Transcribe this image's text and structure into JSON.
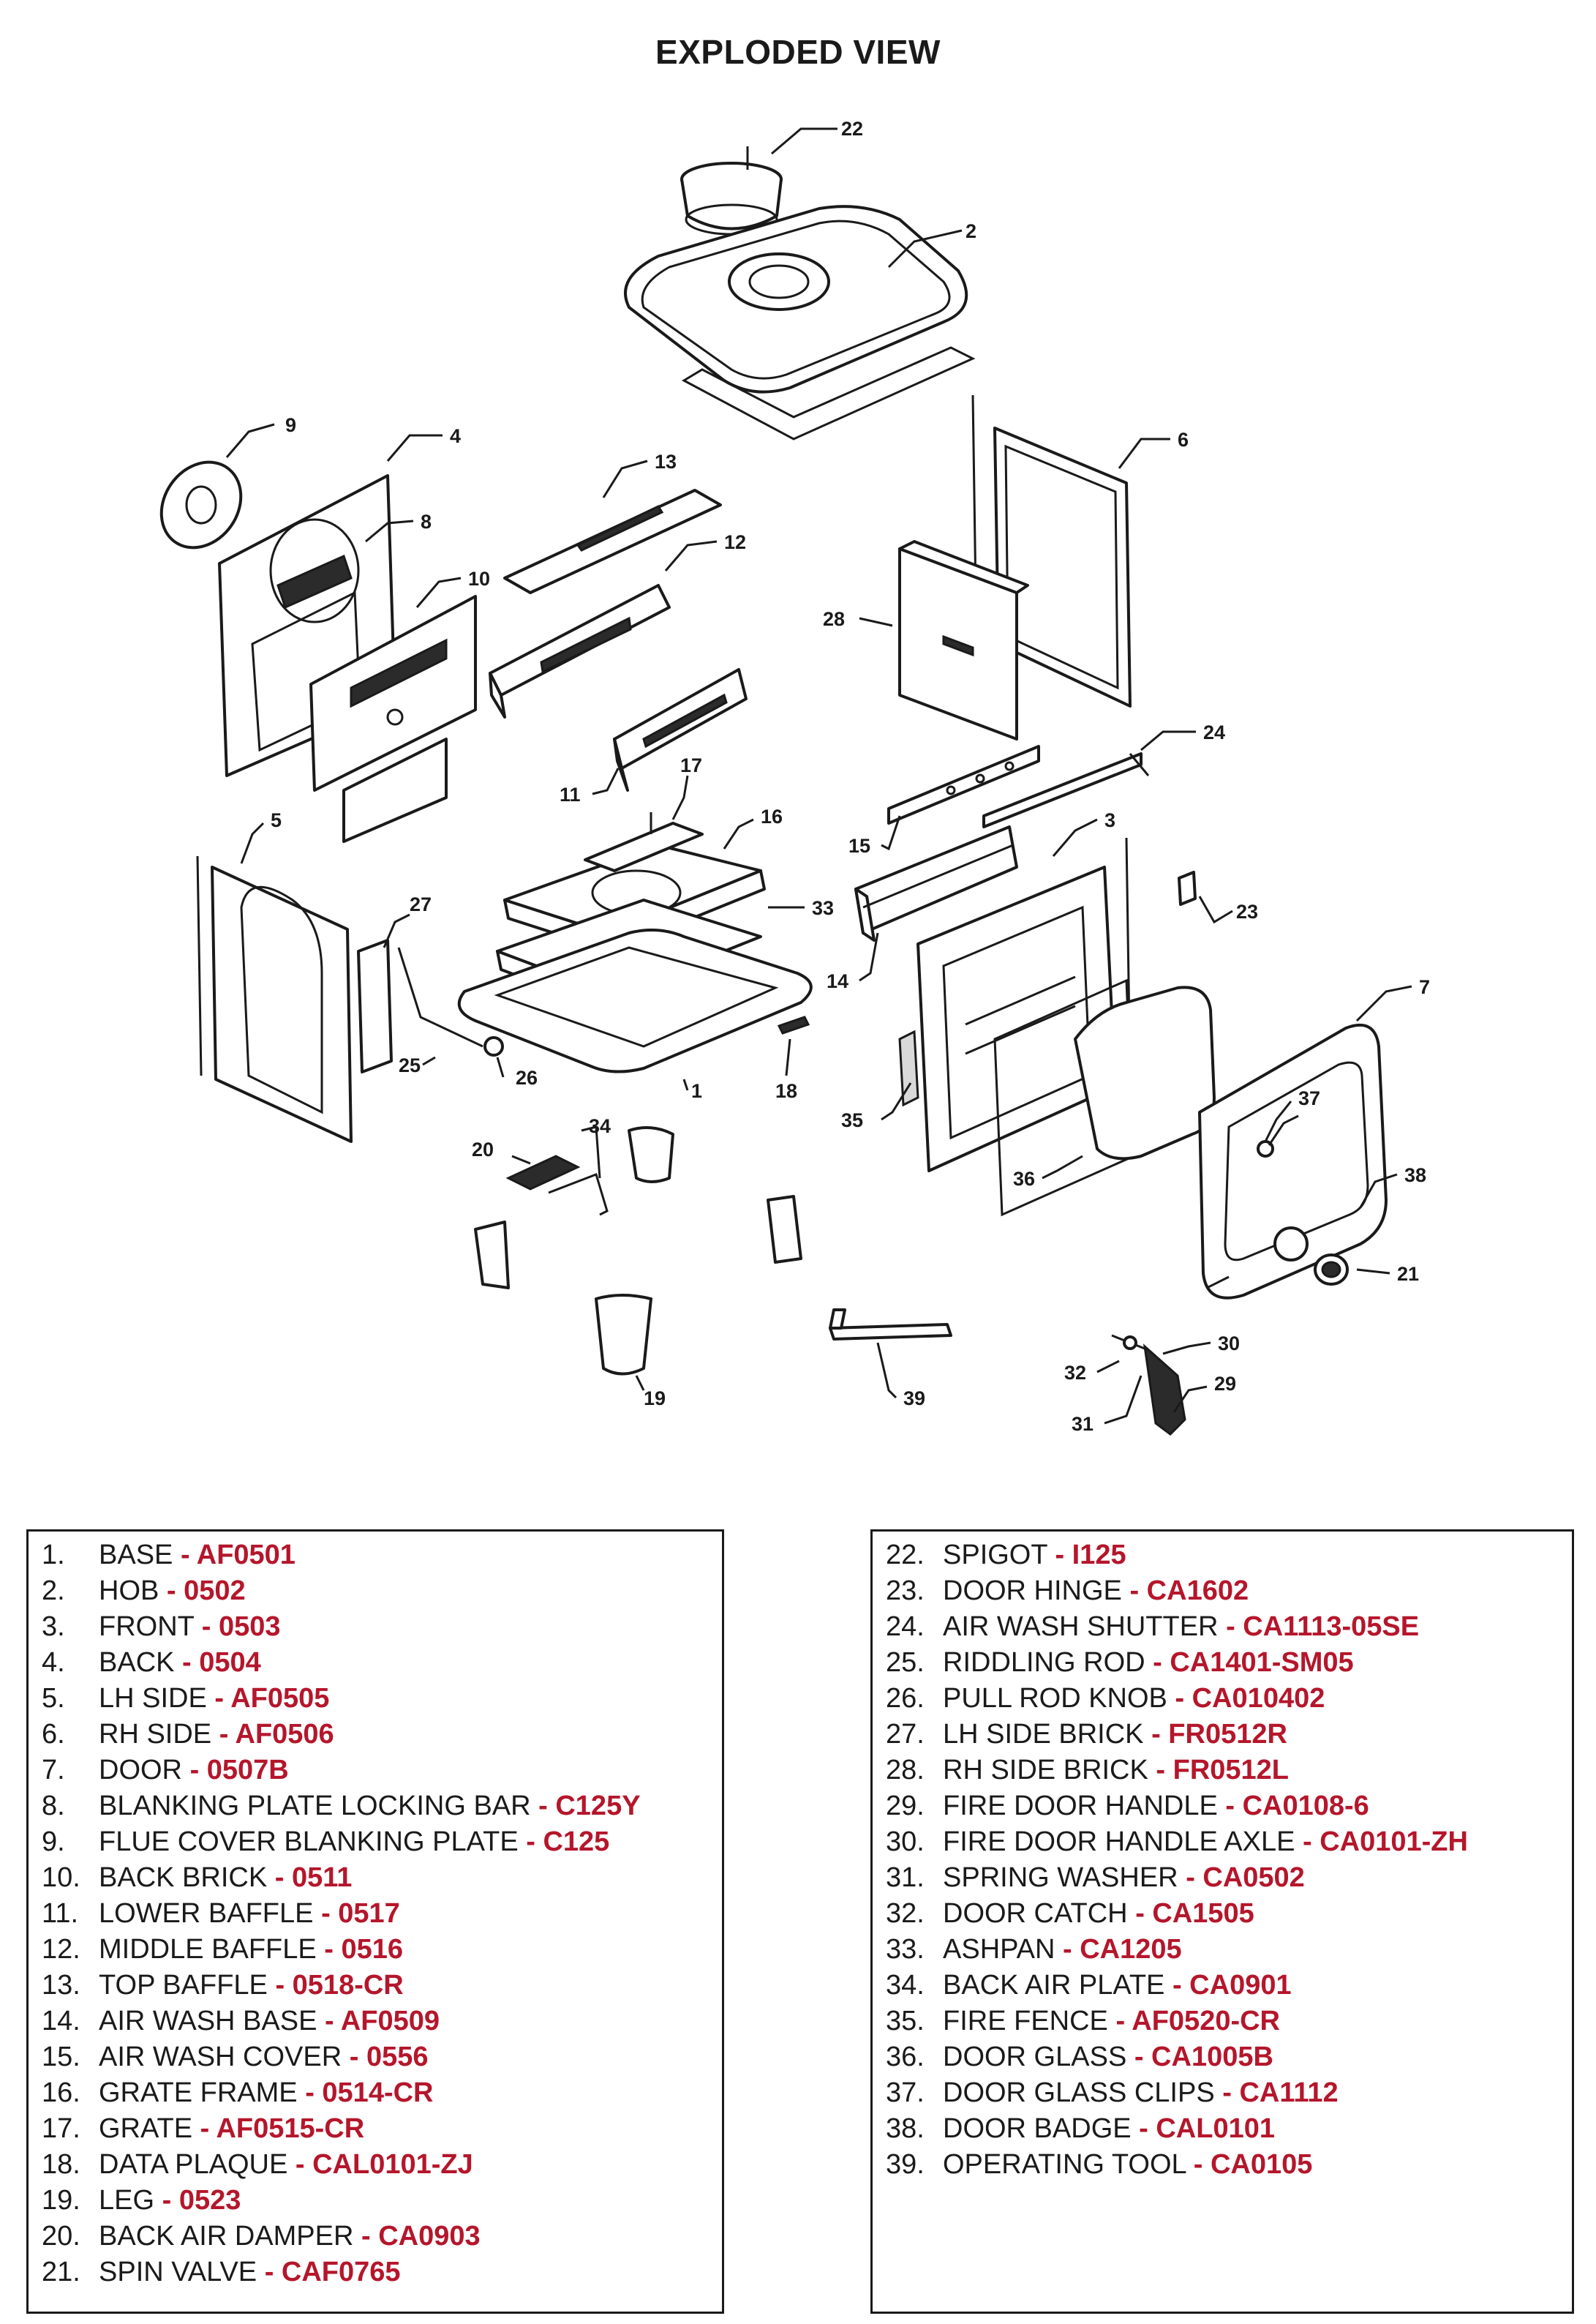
{
  "title": "EXPLODED VIEW",
  "accent_color": "#b5162b",
  "callouts": [
    "1",
    "2",
    "3",
    "4",
    "5",
    "6",
    "7",
    "8",
    "9",
    "10",
    "11",
    "12",
    "13",
    "14",
    "15",
    "16",
    "17",
    "18",
    "19",
    "20",
    "21",
    "22",
    "23",
    "24",
    "25",
    "26",
    "27",
    "28",
    "29",
    "30",
    "31",
    "32",
    "33",
    "34",
    "35",
    "36",
    "37",
    "38",
    "39"
  ],
  "parts_left": [
    {
      "num": "1.",
      "name": "BASE",
      "code": "- AF0501"
    },
    {
      "num": "2.",
      "name": "HOB",
      "code": "- 0502"
    },
    {
      "num": "3.",
      "name": "FRONT",
      "code": "- 0503"
    },
    {
      "num": "4.",
      "name": "BACK",
      "code": "- 0504"
    },
    {
      "num": "5.",
      "name": "LH SIDE",
      "code": "- AF0505"
    },
    {
      "num": "6.",
      "name": "RH SIDE",
      "code": "- AF0506"
    },
    {
      "num": "7.",
      "name": "DOOR",
      "code": "- 0507B"
    },
    {
      "num": "8.",
      "name": "BLANKING PLATE LOCKING BAR",
      "code": "- C125Y"
    },
    {
      "num": "9.",
      "name": "FLUE COVER BLANKING PLATE",
      "code": "- C125"
    },
    {
      "num": "10.",
      "name": "BACK BRICK",
      "code": "- 0511"
    },
    {
      "num": "11.",
      "name": "LOWER BAFFLE",
      "code": "- 0517"
    },
    {
      "num": "12.",
      "name": "MIDDLE BAFFLE",
      "code": "- 0516"
    },
    {
      "num": "13.",
      "name": "TOP BAFFLE",
      "code": "- 0518-CR"
    },
    {
      "num": "14.",
      "name": "AIR WASH BASE",
      "code": "- AF0509"
    },
    {
      "num": "15.",
      "name": "AIR WASH COVER",
      "code": "- 0556"
    },
    {
      "num": "16.",
      "name": "GRATE FRAME",
      "code": "- 0514-CR"
    },
    {
      "num": "17.",
      "name": "GRATE",
      "code": "- AF0515-CR"
    },
    {
      "num": "18.",
      "name": "DATA PLAQUE",
      "code": "- CAL0101-ZJ"
    },
    {
      "num": "19.",
      "name": "LEG",
      "code": "- 0523"
    },
    {
      "num": "20.",
      "name": "BACK AIR DAMPER",
      "code": "- CA0903"
    },
    {
      "num": "21.",
      "name": "SPIN VALVE",
      "code": "- CAF0765"
    }
  ],
  "parts_right": [
    {
      "num": "22.",
      "name": "SPIGOT",
      "code": "- I125"
    },
    {
      "num": "23.",
      "name": "DOOR HINGE",
      "code": "- CA1602"
    },
    {
      "num": "24.",
      "name": "AIR WASH SHUTTER",
      "code": "- CA1113-05SE"
    },
    {
      "num": "25.",
      "name": "RIDDLING ROD",
      "code": "- CA1401-SM05"
    },
    {
      "num": "26.",
      "name": "PULL ROD KNOB",
      "code": "- CA010402"
    },
    {
      "num": "27.",
      "name": "LH SIDE BRICK",
      "code": "- FR0512R"
    },
    {
      "num": "28.",
      "name": "RH SIDE BRICK",
      "code": "- FR0512L"
    },
    {
      "num": "29.",
      "name": "FIRE DOOR HANDLE",
      "code": "- CA0108-6"
    },
    {
      "num": "30.",
      "name": "FIRE DOOR HANDLE AXLE",
      "code": "- CA0101-ZH"
    },
    {
      "num": "31.",
      "name": "SPRING WASHER",
      "code": "- CA0502"
    },
    {
      "num": "32.",
      "name": "DOOR CATCH",
      "code": "- CA1505"
    },
    {
      "num": "33.",
      "name": "ASHPAN",
      "code": "- CA1205"
    },
    {
      "num": "34.",
      "name": "BACK AIR PLATE",
      "code": "- CA0901"
    },
    {
      "num": "35.",
      "name": "FIRE FENCE",
      "code": "- AF0520-CR"
    },
    {
      "num": "36.",
      "name": "DOOR GLASS",
      "code": "- CA1005B"
    },
    {
      "num": "37.",
      "name": "DOOR GLASS CLIPS",
      "code": "- CA1112"
    },
    {
      "num": "38.",
      "name": "DOOR BADGE",
      "code": "- CAL0101"
    },
    {
      "num": "39.",
      "name": "OPERATING TOOL",
      "code": "- CA0105"
    }
  ]
}
